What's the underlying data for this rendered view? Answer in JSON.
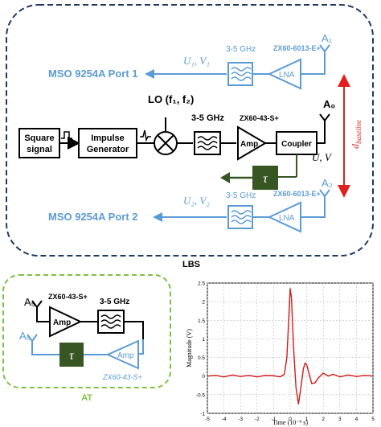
{
  "lbs": {
    "frame_label": "LBS",
    "port1_label": "MSO 9254A Port 1",
    "port2_label": "MSO 9254A Port 2",
    "uv1_label": "U₁, V₁",
    "uv2_label": "U₂, V₂",
    "filter_top_label": "3-5 GHz",
    "filter_bot_label": "3-5 GHz",
    "filter_mid_label": "3-5 GHz",
    "lna_top_part": "ZX60-6013-E+",
    "lna_bot_part": "ZX60-6013-E+",
    "lna_label": "LNA",
    "lna2_label": "LNA",
    "antenna_a1": "A₁",
    "antenna_a0": "A₀",
    "antenna_a2": "A₂",
    "square_signal_line1": "Square",
    "square_signal_line2": "signal",
    "impulse_gen_line1": "Impulse",
    "impulse_gen_line2": "Generator",
    "lo_label": "LO (f₁, f₂)",
    "amp_part": "ZX60-43-S+",
    "amp_label": "Amp",
    "coupler_label": "Coupler",
    "uv_label": "U, V",
    "tau_label": "τ",
    "baseline_label": "d",
    "baseline_sub": "baseline"
  },
  "at": {
    "frame_label": "AT",
    "antenna_a5": "A₅",
    "antenna_a6": "A₆",
    "amp_top_part": "ZX60-43-S+",
    "amp_bot_part": "ZX60-43-S+",
    "filter_label": "3-5 GHz",
    "amp_label": "Amp",
    "amp2_label": "Amp",
    "tau_label": "τ"
  },
  "colors": {
    "dark_blue": "#1f3864",
    "light_blue": "#5b9bd5",
    "green": "#7dc142",
    "dark_green": "#375623",
    "red": "#e02020",
    "trace": "#d11a1a"
  },
  "chart_data": {
    "type": "line",
    "title": "",
    "xlabel": "Time (10⁻⁹ s)",
    "ylabel": "Magnitude (V)",
    "xlim": [
      -5,
      5
    ],
    "ylim": [
      -1,
      2.5
    ],
    "x_ticks": [
      "-5",
      "-4",
      "-3",
      "-2",
      "-1",
      "0",
      "1",
      "2",
      "3",
      "4",
      "5"
    ],
    "y_ticks": [
      "-1",
      "-0.5",
      "0",
      "0.5",
      "1",
      "1.5",
      "2",
      "2.5"
    ],
    "grid": true,
    "series": [
      {
        "values": [
          [
            -5.0,
            0.0
          ],
          [
            -4.5,
            0.02
          ],
          [
            -4.0,
            -0.02
          ],
          [
            -3.5,
            0.03
          ],
          [
            -3.0,
            -0.01
          ],
          [
            -2.5,
            0.02
          ],
          [
            -2.0,
            -0.02
          ],
          [
            -1.5,
            0.02
          ],
          [
            -1.0,
            0.01
          ],
          [
            -0.6,
            -0.02
          ],
          [
            -0.35,
            0.05
          ],
          [
            -0.2,
            0.5
          ],
          [
            -0.1,
            1.4
          ],
          [
            0.0,
            2.35
          ],
          [
            0.08,
            2.1
          ],
          [
            0.2,
            0.8
          ],
          [
            0.35,
            -0.3
          ],
          [
            0.5,
            -0.75
          ],
          [
            0.65,
            -0.3
          ],
          [
            0.8,
            0.2
          ],
          [
            0.9,
            0.35
          ],
          [
            1.0,
            0.3
          ],
          [
            1.15,
            0.05
          ],
          [
            1.3,
            -0.2
          ],
          [
            1.5,
            -0.18
          ],
          [
            1.7,
            -0.05
          ],
          [
            2.0,
            0.08
          ],
          [
            2.3,
            0.0
          ],
          [
            2.6,
            0.05
          ],
          [
            3.0,
            -0.02
          ],
          [
            3.5,
            0.03
          ],
          [
            4.0,
            -0.01
          ],
          [
            4.5,
            0.02
          ],
          [
            5.0,
            0.0
          ]
        ]
      }
    ]
  }
}
